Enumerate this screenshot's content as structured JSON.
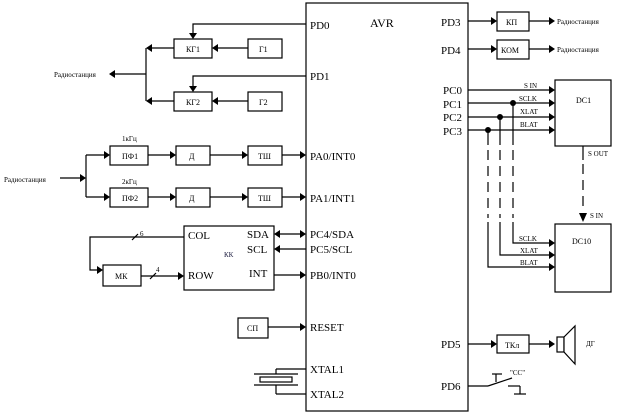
{
  "mcu": {
    "title": "AVR",
    "pins": {
      "pd0": "PD0",
      "pd1": "PD1",
      "pa0": "PA0/INT0",
      "pa1": "PA1/INT1",
      "pc4": "PC4/SDA",
      "pc5": "PC5/SCL",
      "pb0": "PB0/INT0",
      "reset": "RESET",
      "xtal1": "XTAL1",
      "xtal2": "XTAL2",
      "pd3": "PD3",
      "pd4": "PD4",
      "pc0": "PC0",
      "pc1": "PC1",
      "pc2": "PC2",
      "pc3": "PC3",
      "pd5": "PD5",
      "pd6": "PD6"
    }
  },
  "blocks": {
    "kg1": "КГ1",
    "g1": "Г1",
    "kg2": "КГ2",
    "g2": "Г2",
    "pf1": "ПФ1",
    "d1": "Д",
    "tsh1": "ТШ",
    "pf2": "ПФ2",
    "d2": "Д",
    "tsh2": "ТШ",
    "kk": "КК",
    "kk_col": "COL",
    "kk_row": "ROW",
    "kk_sda": "SDA",
    "kk_scl": "SCL",
    "kk_int": "INT",
    "mk": "МК",
    "sp": "СП",
    "kp": "КП",
    "kom": "КОМ",
    "dc1": "DC1",
    "dc10": "DC10",
    "tkl": "ТКл",
    "dg": "ДГ"
  },
  "labels": {
    "radio_left_top": "Радиостанция",
    "radio_left_bottom": "Радиостанция",
    "radio_pd3": "Радиостанция",
    "radio_pd4": "Радиостанция",
    "freq1": "1кГц",
    "freq2": "2кГц",
    "bus_col": "6",
    "bus_row": "4",
    "dc1_sin": "S IN",
    "dc1_sclk": "SCLK",
    "dc1_xlat": "XLAT",
    "dc1_blat": "BLAT",
    "dc1_sout": "S OUT",
    "dc10_sin": "S IN",
    "dc10_sclk": "SCLK",
    "dc10_xlat": "XLAT",
    "dc10_blat": "BLAT",
    "cc": "\"СС\""
  }
}
